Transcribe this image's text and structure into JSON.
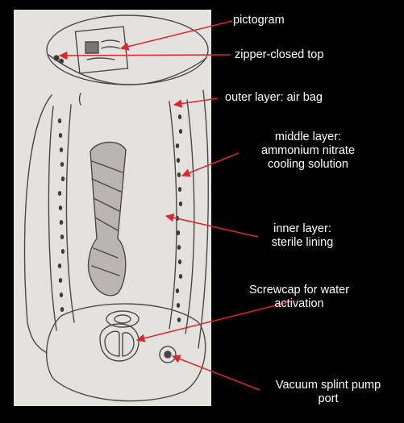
{
  "labels": {
    "pictogram": "pictogram",
    "zipper_top": "zipper-closed top",
    "outer_layer": "outer layer: air bag",
    "middle_layer": [
      "middle layer:",
      "ammonium nitrate",
      "cooling solution"
    ],
    "inner_layer": [
      "inner layer:",
      "sterile lining"
    ],
    "screwcap": [
      "Screwcap for water",
      "activation"
    ],
    "pump_port": [
      "Vacuum splint pump",
      "port"
    ]
  },
  "colors": {
    "background": "#000000",
    "paper": "#e4e2df",
    "pencil": "#4a4a4a",
    "arrow": "#e0242b",
    "text": "#ffffff"
  }
}
